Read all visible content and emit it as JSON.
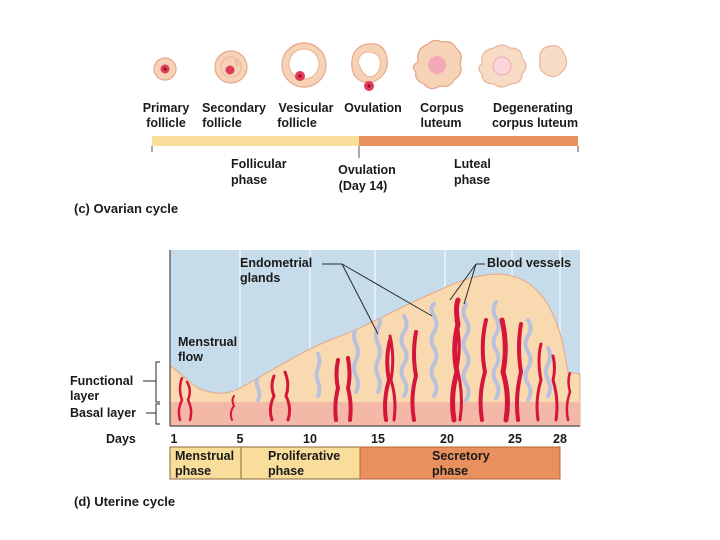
{
  "ovarian": {
    "stages": [
      {
        "line1": "Primary",
        "line2": "follicle"
      },
      {
        "line1": "Secondary",
        "line2": "follicle"
      },
      {
        "line1": "Vesicular",
        "line2": "follicle"
      },
      {
        "line1": "Ovulation",
        "line2": ""
      },
      {
        "line1": "Corpus",
        "line2": "luteum"
      },
      {
        "line1": "Degenerating",
        "line2": "corpus luteum"
      }
    ],
    "follicular_phase": {
      "line1": "Follicular",
      "line2": "phase"
    },
    "ovulation_marker": {
      "line1": "Ovulation",
      "line2": "(Day 14)"
    },
    "luteal_phase": {
      "line1": "Luteal",
      "line2": "phase"
    },
    "caption": "(c)  Ovarian cycle",
    "colors": {
      "follicular": "#f9dd9a",
      "luteal": "#e9915e"
    }
  },
  "uterine": {
    "annotations": {
      "endometrial_glands": {
        "line1": "Endometrial",
        "line2": "glands"
      },
      "blood_vessels": "Blood vessels",
      "menstrual_flow": {
        "line1": "Menstrual",
        "line2": "flow"
      }
    },
    "layers": {
      "functional": {
        "line1": "Functional",
        "line2": "layer"
      },
      "basal": "Basal layer"
    },
    "days_label": "Days",
    "days": [
      "1",
      "5",
      "10",
      "15",
      "20",
      "25",
      "28"
    ],
    "phases": [
      {
        "line1": "Menstrual",
        "line2": "phase"
      },
      {
        "line1": "Proliferative",
        "line2": "phase"
      },
      {
        "line1": "Secretory",
        "line2": "phase"
      }
    ],
    "caption": "(d)  Uterine cycle",
    "colors": {
      "sky": "#c6dcea",
      "functional": "#f8d9b0",
      "basal": "#f3b9a6",
      "vessel": "#d4163b",
      "gland": "#b9c1dc",
      "menstrual": "#f9dd9a",
      "proliferative": "#f9dd9a",
      "secretory": "#e9915e"
    }
  }
}
